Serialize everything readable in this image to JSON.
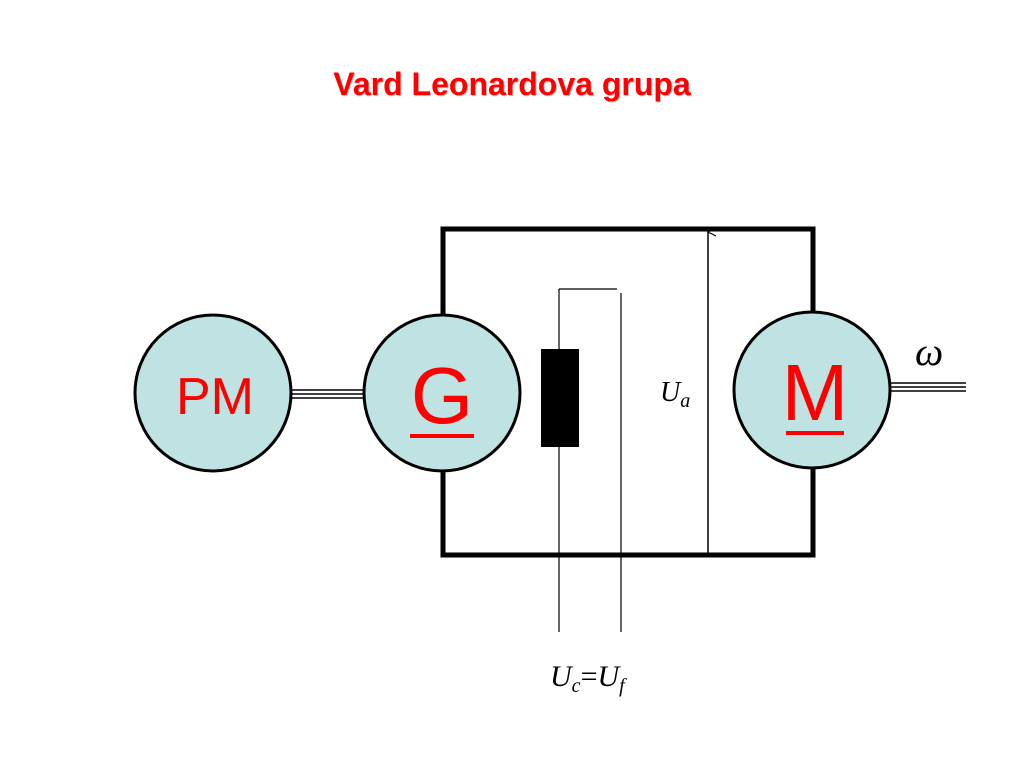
{
  "title": "Vard Leonardova grupa",
  "components": {
    "prime_mover": {
      "label": "PM"
    },
    "generator": {
      "label": "G"
    },
    "motor": {
      "label": "M"
    }
  },
  "labels": {
    "armature_voltage_main": "U",
    "armature_voltage_sub": "a",
    "speed_symbol": "ω",
    "control_voltage_main": "U",
    "control_voltage_sub": "c",
    "equals": "=",
    "field_voltage_main": "U",
    "field_voltage_sub": "f"
  },
  "colors": {
    "title": "#ff0000",
    "machine_fill": "#bfe2e2",
    "machine_label_gm": "#ff0000",
    "machine_label_pm": "#ff0000",
    "wire": "#000000"
  }
}
